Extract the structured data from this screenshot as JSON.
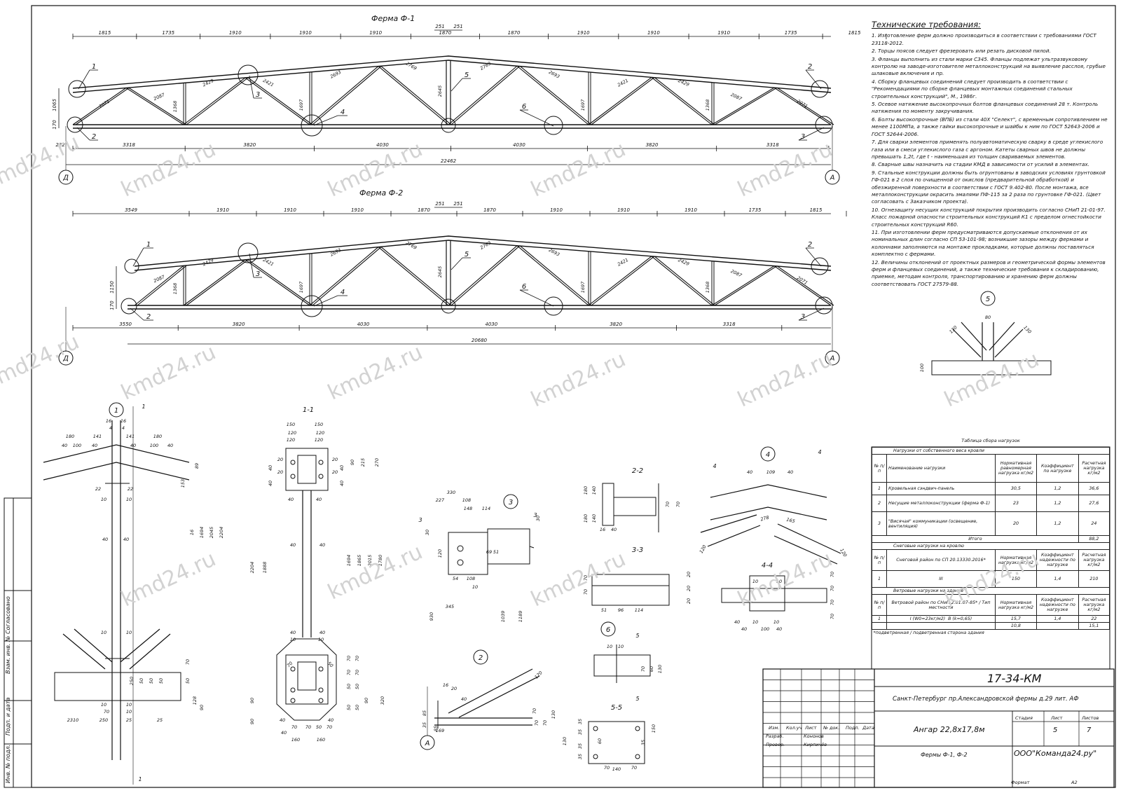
{
  "truss1": {
    "title": "Ферма Ф-1",
    "top_dims": [
      "1815",
      "1735",
      "1910",
      "1910",
      "1910",
      "1870",
      "1870",
      "1910",
      "1910",
      "1910",
      "1735",
      "1815"
    ],
    "ridge_dims": [
      "251",
      "251"
    ],
    "bottom_dims": [
      "3318",
      "3820",
      "4030",
      "4030",
      "3820",
      "3318"
    ],
    "left_offset": "232",
    "total": "22462",
    "heights": [
      "1065",
      "170"
    ],
    "members": [
      "2071",
      "2087",
      "2429",
      "2421",
      "2693",
      "2769",
      "2645",
      "2769",
      "2693",
      "2421",
      "2429",
      "2087",
      "2071",
      "1368",
      "1697",
      "1697",
      "1368"
    ],
    "axes": [
      "Д",
      "А"
    ],
    "callouts": [
      "1",
      "2",
      "2",
      "3",
      "3",
      "4",
      "5",
      "6"
    ]
  },
  "truss2": {
    "title": "Ферма Ф-2",
    "top_dims": [
      "3549",
      "1910",
      "1910",
      "1910",
      "1870",
      "1870",
      "1910",
      "1910",
      "1910",
      "1735",
      "1815"
    ],
    "ridge_dims": [
      "251",
      "251"
    ],
    "bottom_dims": [
      "3550",
      "3820",
      "4030",
      "4030",
      "3820",
      "3318"
    ],
    "total": "20680",
    "heights": [
      "1150",
      "170"
    ],
    "members": [
      "2087",
      "2429",
      "2421",
      "2693",
      "2769",
      "2645",
      "2769",
      "2693",
      "2421",
      "2429",
      "2087",
      "2071",
      "1368",
      "1697",
      "1697",
      "1368"
    ],
    "axes": [
      "Д",
      "А"
    ],
    "callouts": [
      "1",
      "2",
      "2",
      "3",
      "3",
      "4",
      "5",
      "6"
    ]
  },
  "notes": {
    "heading": "Технические требования:",
    "items": [
      "1. Изготовление ферм должно производиться в соответствии с требованиями ГОСТ 23118-2012.",
      "2. Торцы поясов следует фрезеровать или резать дисковой пилой.",
      "3. Фланцы выполнить из стали марки С345. Фланцы подлежат ультразвуковому контролю на заводе-изготовителе металлоконструкций на выявление расслоя, грубые шлаковые включения и пр.",
      "4. Сборку фланцевых соединений следует производить в соответствии с \"Рекомендациями по сборке фланцевых монтажных соединений стальных строительных конструкций\", М., 1986г.",
      "5. Осевое натяжение высокопрочных болтов фланцевых соединений 28 т. Контроль натяжения по моменту закручивания.",
      "6. Болты высокопрочные (ВПБ) из стали 40Х \"Селект\", с временным сопротивлением не менее 1100МПа, а также гайки высокопрочные и шайбы к ним по ГОСТ 52643-2006 и ГОСТ 52644-2006.",
      "7. Для сварки элементов применять полуавтоматическую сварку в среде углекислого газа или в смеси углекислого газа с аргоном. Катеты сварных швов не должны превышать 1,2t, где t - наименьшая из толщин свариваемых элементов.",
      "8. Сварные швы назначить на стадии КМД в зависимости от усилий в элементах.",
      "9. Стальные конструкции должны быть огрунтованы в заводских условиях грунтовкой ГФ-021 в 2 слоя по очищенной от окислов (предварительной обработкой) и обезжиренной поверхности в соответствии с ГОСТ 9.402-80. После монтажа, все металлоконструкции окрасить эмалями ПФ-115 за 2 раза по грунтовке ГФ-021. (Цвет согласовать с Заказчиком проекта).",
      "10. Огнезащиту несущих конструкций покрытия производить согласно СНиП 21-01-97. Класс пожарной опасности строительных конструкций К1 с пределом огнестойкости строительных конструкций R60.",
      "11. При изготовлении ферм предусматриваются допускаемые отклонения от их номинальных длин согласно СП 53-101-98; возникшие зазоры между фермами и колоннами заполняются на монтаже прокладками, которые должны поставляться комплектно с фермами.",
      "12. Величины отклонений от проектных размеров и геометрической формы элементов ферм и фланцевых соединений, а также технические требования к складированию, приемке, методам контроля, транспортированию и хранению ферм должны соответствовать ГОСТ 27579-88."
    ]
  },
  "details": {
    "labels": [
      "1",
      "1-1",
      "2",
      "2-2",
      "3",
      "3-3",
      "4",
      "4-4",
      "5",
      "5-5",
      "6"
    ],
    "cut_marks": [
      "1",
      "1",
      "3",
      "3",
      "4",
      "4",
      "5",
      "5"
    ],
    "d1_dims": [
      "16",
      "16",
      "4",
      "4",
      "180",
      "141",
      "141",
      "180",
      "40",
      "100",
      "40",
      "40",
      "100",
      "40",
      "22",
      "22",
      "10",
      "10",
      "40",
      "40",
      "10",
      "10",
      "10",
      "10",
      "153",
      "89",
      "16",
      "1694",
      "2045",
      "2204",
      "2310",
      "250",
      "25",
      "25",
      "250",
      "50",
      "50",
      "50",
      "50",
      "70",
      "128",
      "90",
      "70",
      "10",
      "10"
    ],
    "d11_dims": [
      "150",
      "150",
      "120",
      "120",
      "20",
      "20",
      "20",
      "20",
      "40",
      "40",
      "40",
      "40",
      "120",
      "120",
      "40",
      "40",
      "90",
      "215",
      "270",
      "1694",
      "1865",
      "2015",
      "1780",
      "40",
      "40",
      "40",
      "40",
      "2204",
      "1888",
      "90",
      "90",
      "50",
      "50",
      "50",
      "50",
      "70",
      "70",
      "70",
      "70",
      "320",
      "90",
      "40",
      "40",
      "10",
      "10",
      "70",
      "50",
      "70",
      "70",
      "50",
      "70",
      "40",
      "160",
      "160"
    ],
    "d2_dims": [
      "16",
      "20",
      "40",
      "120",
      "70",
      "85",
      "35",
      "85",
      "169",
      "70",
      "70",
      "130",
      "1039",
      "1189",
      "930"
    ],
    "d22_dims": [
      "180",
      "180",
      "140",
      "140",
      "16",
      "40",
      "70",
      "70"
    ],
    "d3_dims": [
      "330",
      "227",
      "108",
      "148",
      "114",
      "69",
      "51",
      "54",
      "108",
      "10",
      "120",
      "30",
      "30",
      "345"
    ],
    "d33_dims": [
      "70",
      "70",
      "51",
      "96",
      "114",
      "20",
      "20",
      "20"
    ],
    "d4_dims": [
      "40",
      "109",
      "40",
      "278",
      "165",
      "120",
      "120"
    ],
    "d44_dims": [
      "10",
      "10",
      "40",
      "100",
      "40",
      "70",
      "70",
      "70",
      "70",
      "40",
      "10",
      "10"
    ],
    "d5_dims": [
      "130",
      "80",
      "130",
      "100"
    ],
    "d55_dims": [
      "35",
      "35",
      "35",
      "35",
      "60",
      "70",
      "140",
      "70",
      "35",
      "130",
      "150"
    ],
    "d6_dims": [
      "10",
      "10",
      "70",
      "60",
      "130"
    ],
    "axis_a": "А"
  },
  "load_table": {
    "title": "Таблица сбора нагрузок",
    "section1": "Нагрузки от собственного веса кровли",
    "headers1": [
      "№ п/п",
      "Наименование нагрузки",
      "Нормативная равномерная нагрузка кг/м2",
      "Коэффициент по нагрузке",
      "Расчетная нагрузка кг/м2"
    ],
    "rows1": [
      [
        "1",
        "Кровельная сэндвич-панель",
        "30,5",
        "1,2",
        "36,6"
      ],
      [
        "2",
        "Несущие металлоконструкции (ферма Ф-1)",
        "23",
        "1,2",
        "27,6"
      ],
      [
        "3",
        "\"Висячая\" коммуникации (освещение, вентиляция)",
        "20",
        "1,2",
        "24"
      ]
    ],
    "total_label": "Итого",
    "total_value": "88,2",
    "section2": "Снеговые нагрузки на кровлю",
    "headers2": [
      "№ п/п",
      "Снеговой район по СП 20.13330.2016*",
      "Нормативная нагрузка кг/м2",
      "Коэффициент надежности по нагрузке",
      "Расчетная нагрузка кг/м2"
    ],
    "rows2": [
      [
        "1",
        "III",
        "150",
        "1,4",
        "210"
      ]
    ],
    "section3": "Ветровые нагрузки на здание",
    "headers3": [
      "№ п/п",
      "Ветровой район по СНиП 2.01.07-85*",
      "Тип местности",
      "Нормативная нагрузка кг/м2",
      "Коэффициент надежности по нагрузке",
      "Расчетная нагрузка кг/м2"
    ],
    "rows3": [
      [
        "1",
        "I (W0=23кг/м2)",
        "В (k=0,65)",
        "15,7",
        "1,4",
        "22"
      ],
      [
        "",
        "",
        "",
        "10,8",
        "",
        "15,1"
      ]
    ],
    "footnote": "*подветренная / подветренная сторона здания"
  },
  "title_block": {
    "code": "17-34-КМ",
    "address": "Санкт-Петербург пр.Александровской фермы д.29 лит. АФ",
    "object": "Ангар 22,8х17,8м",
    "sheet_name": "Фермы Ф-1, Ф-2",
    "company": "ООО\"Команда24.ру\"",
    "col_headers": [
      "Изм.",
      "Кол.уч",
      "Лист",
      "№ док.",
      "Подп.",
      "Дата"
    ],
    "roles": [
      "Разраб.",
      "Провер."
    ],
    "people": [
      "Кононов",
      "Кирпичёв"
    ],
    "stage_label": "Стадия",
    "sheet_label": "Лист",
    "sheets_label": "Листов",
    "sheet": "5",
    "sheets": "7",
    "format_label": "Формат",
    "format": "А2"
  },
  "side_stamp": [
    "Согласовано",
    "Взам. инв. №",
    "Подп. и дата",
    "Инв. № подл."
  ],
  "watermark": "kmd24.ru"
}
